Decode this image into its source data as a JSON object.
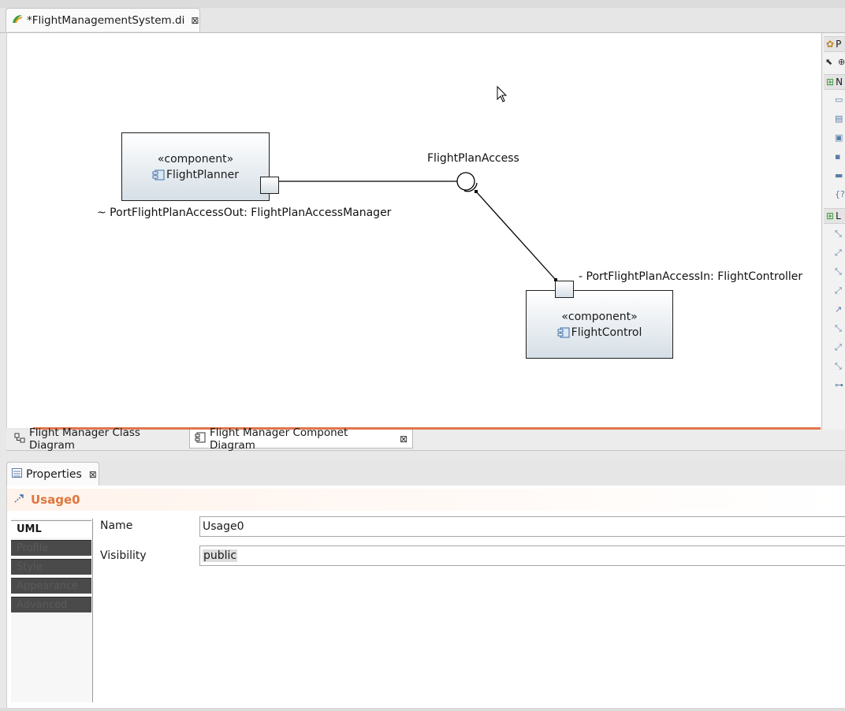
{
  "editor": {
    "tab_title": "*FlightManagementSystem.di",
    "close_glyph": "⊠"
  },
  "diagram": {
    "components": [
      {
        "stereotype": "«component»",
        "name": "FlightPlanner"
      },
      {
        "stereotype": "«component»",
        "name": "FlightControl"
      }
    ],
    "interface_label": "FlightPlanAccess",
    "port_out_label": "~ PortFlightPlanAccessOut: FlightPlanAccessManager",
    "port_in_label": "- PortFlightPlanAccessIn: FlightController",
    "line_color": "#000000",
    "selection_color": "#e0764d"
  },
  "palette": {
    "header_1": "P",
    "header_2": "N",
    "header_3": "L"
  },
  "diagram_tabs": [
    {
      "label": "Flight Manager Class Diagram",
      "icon": "class-diagram-icon"
    },
    {
      "label": "Flight Manager Componet Diagram",
      "icon": "component-diagram-icon"
    }
  ],
  "properties": {
    "view_title": "Properties",
    "selected_element": "Usage0",
    "tabs": [
      "UML",
      "Profile",
      "Style",
      "Appearance",
      "Advanced"
    ],
    "name_label": "Name",
    "name_value": "Usage0",
    "visibility_label": "Visibility",
    "visibility_value": "public",
    "accent_color": "#e0763c"
  }
}
